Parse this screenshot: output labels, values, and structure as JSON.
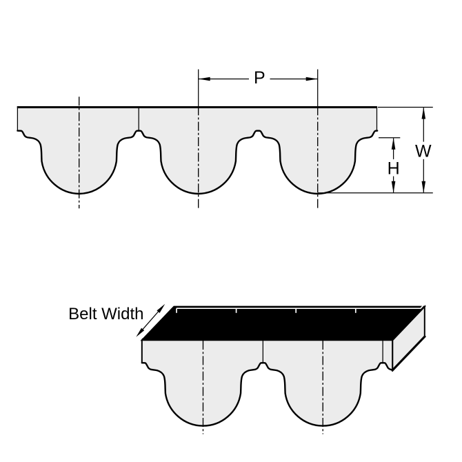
{
  "page": {
    "background": "#ffffff"
  },
  "figure": {
    "line_color": "#000000",
    "fill_color": "#ececec",
    "top_view": {
      "labels": {
        "pitch": "P",
        "width": "W",
        "height": "H"
      }
    },
    "bottom_view": {
      "labels": {
        "belt_width": "Belt Width"
      }
    }
  }
}
